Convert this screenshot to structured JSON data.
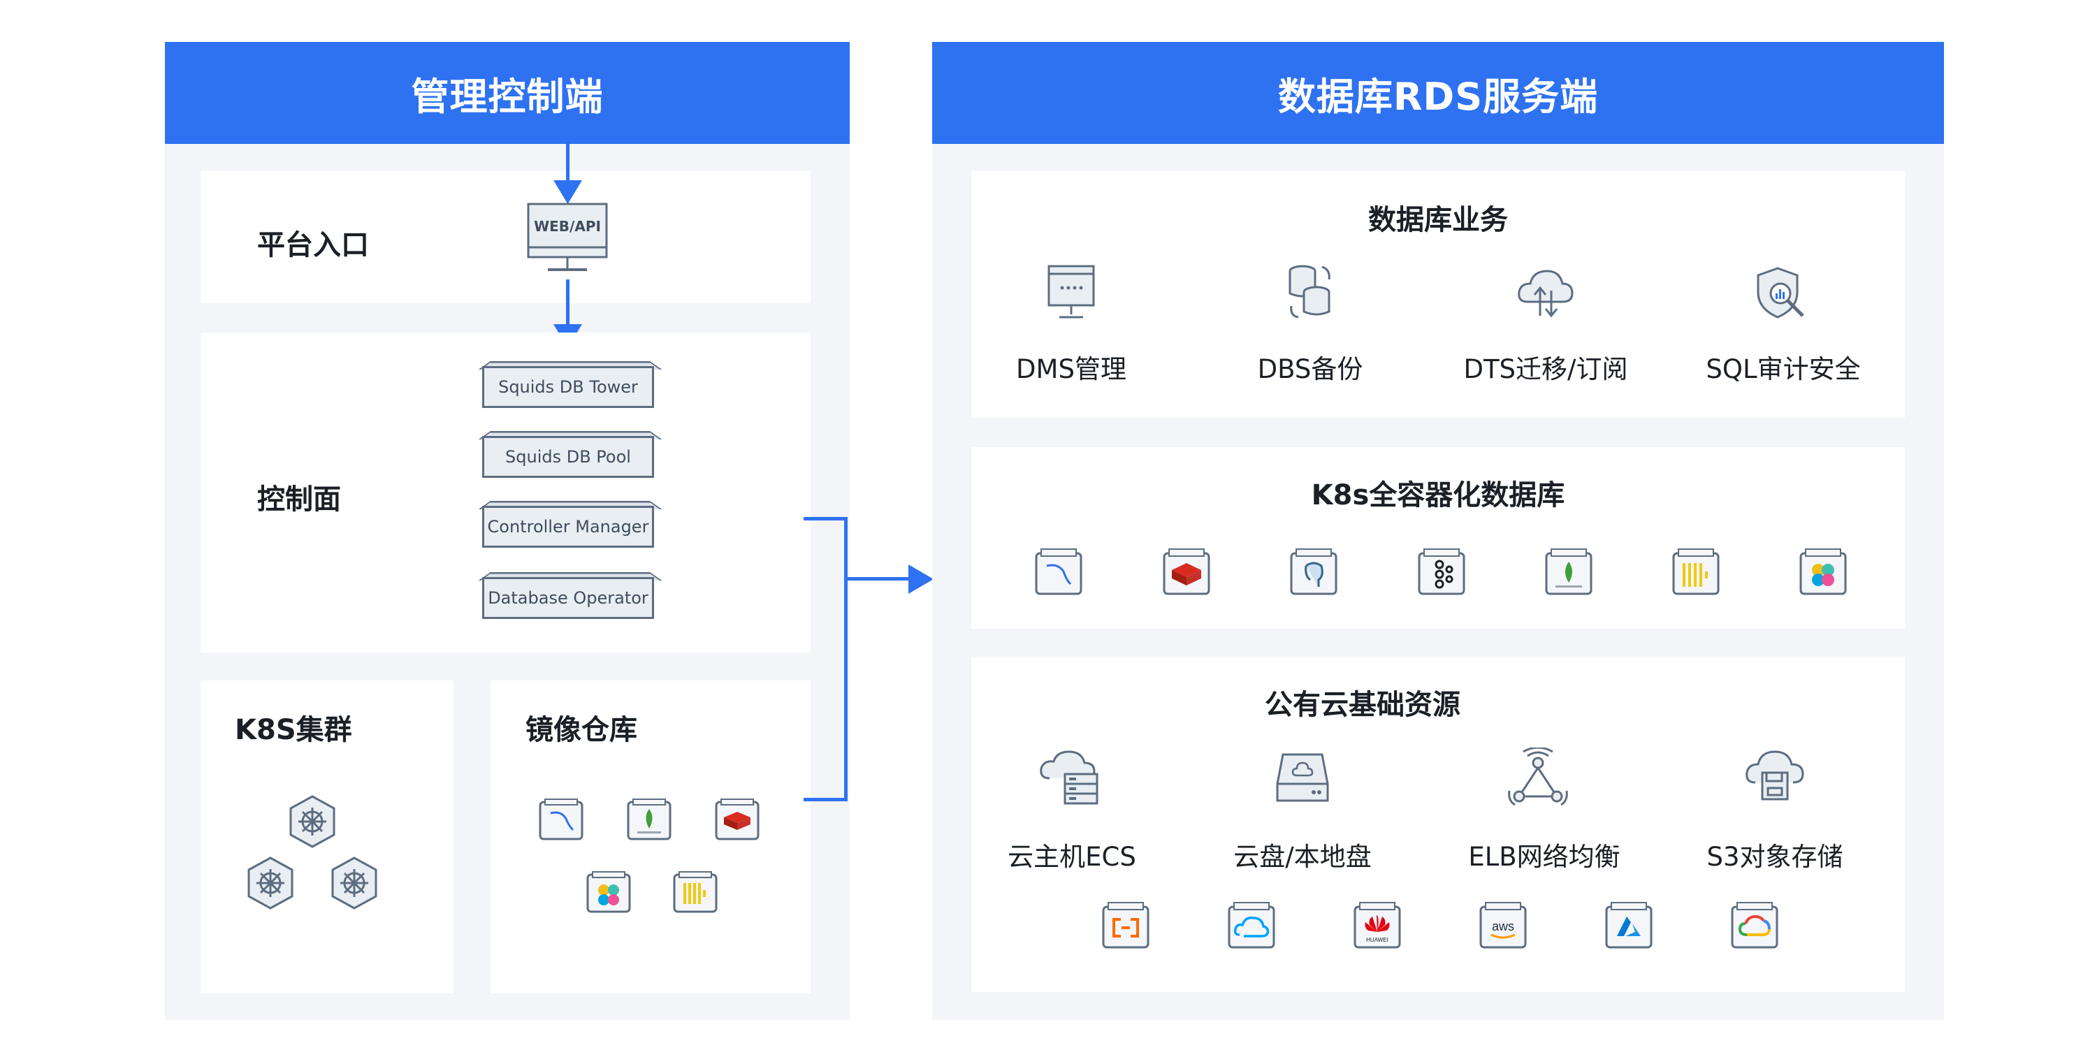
{
  "left_panel": {
    "header": "管理控制端",
    "platform_entry": {
      "label": "平台入口",
      "monitor_text": "WEB/API"
    },
    "control_plane": {
      "label": "控制面",
      "components": [
        "Squids DB Tower",
        "Squids DB Pool",
        "Controller Manager",
        "Database Operator"
      ]
    },
    "k8s_cluster": {
      "label": "K8S集群"
    },
    "image_repo": {
      "label": "镜像仓库"
    }
  },
  "right_panel": {
    "header": "数据库RDS服务端",
    "db_business": {
      "title": "数据库业务",
      "items": [
        {
          "label": "DMS管理",
          "icon": "monitor-icon"
        },
        {
          "label": "DBS备份",
          "icon": "database-backup-icon"
        },
        {
          "label": "DTS迁移/订阅",
          "icon": "cloud-sync-icon"
        },
        {
          "label": "SQL审计安全",
          "icon": "security-audit-icon"
        }
      ]
    },
    "k8s_containerized": {
      "title": "K8s全容器化数据库",
      "icons": [
        "mysql-icon",
        "redis-icon",
        "postgresql-icon",
        "kafka-icon",
        "mongodb-icon",
        "clickhouse-icon",
        "elastic-icon"
      ]
    },
    "public_cloud": {
      "title": "公有云基础资源",
      "items": [
        {
          "label": "云主机ECS",
          "icon": "cloud-server-icon"
        },
        {
          "label": "云盘/本地盘",
          "icon": "disk-icon"
        },
        {
          "label": "ELB网络均衡",
          "icon": "load-balancer-icon"
        },
        {
          "label": "S3对象存储",
          "icon": "object-storage-icon"
        }
      ],
      "vendors": [
        {
          "name": "alibaba-cloud-icon"
        },
        {
          "name": "tencent-cloud-icon"
        },
        {
          "name": "huawei-cloud-icon",
          "text": "HUAWEI"
        },
        {
          "name": "aws-icon",
          "text": "aws"
        },
        {
          "name": "azure-icon"
        },
        {
          "name": "google-cloud-icon"
        }
      ]
    }
  },
  "colors": {
    "accent": "#2e72f1",
    "panel_bg": "#f3f5f8",
    "icon_stroke": "#5d6d80"
  }
}
